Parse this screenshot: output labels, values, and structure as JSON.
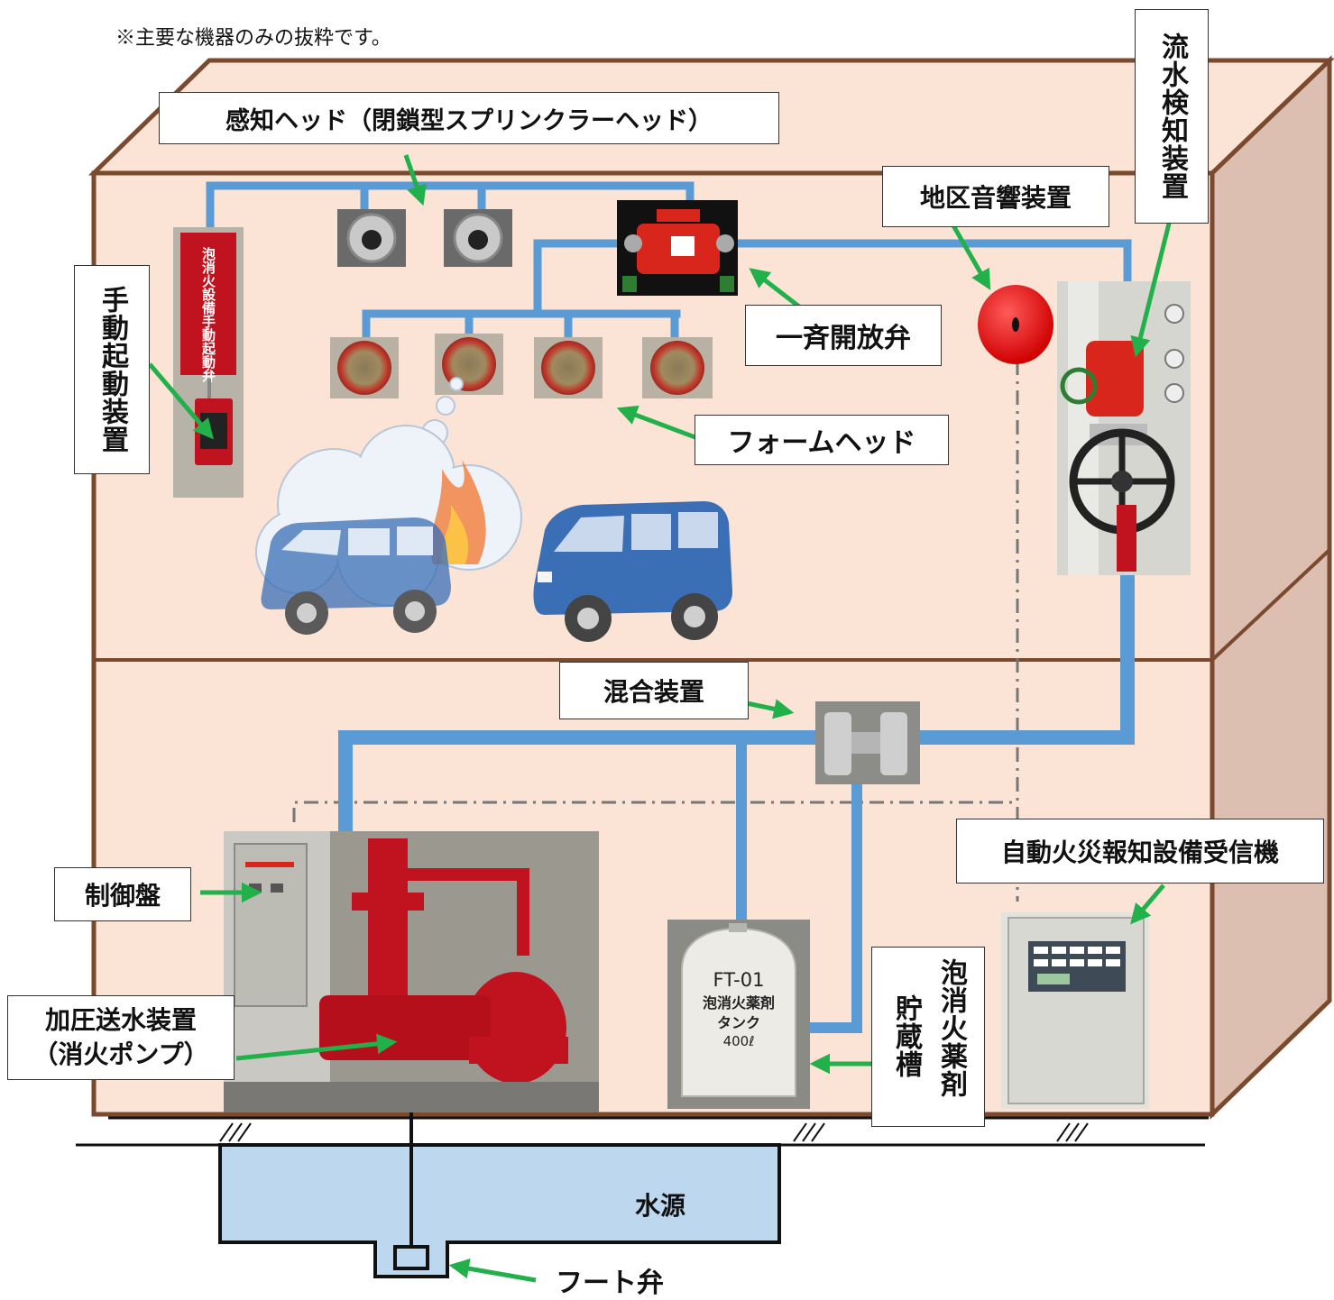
{
  "note": "※主要な機器のみの抜粋です。",
  "labels": {
    "sensor_head": "感知ヘッド（閉鎖型スプリンクラーヘッド）",
    "flow_detector": "流水検知装置",
    "area_bell": "地区音響装置",
    "manual_start": "手動起動装置",
    "deluge_valve": "一斉開放弁",
    "foam_head": "フォームヘッド",
    "mixer": "混合装置",
    "alarm_receiver": "自動火災報知設備受信機",
    "control_panel": "制御盤",
    "pump_line1": "加圧送水装置",
    "pump_line2": "（消火ポンプ）",
    "foam_tank_col1": "泡消火薬剤",
    "foam_tank_col2": "貯蔵槽",
    "water_source": "水源",
    "foot_valve": "フート弁"
  },
  "photo_text": {
    "manual_valve_sign": "泡消火設備手動起動弁",
    "tank_line1": "FT-01",
    "tank_line2": "泡消火薬剤",
    "tank_line3": "タンク",
    "tank_line4": "400ℓ"
  },
  "colors": {
    "building_fill": "#fbe4d5",
    "building_side": "#dcbfb0",
    "building_edge": "#7b4a2e",
    "pipe": "#5b9bd5",
    "arrow": "#22b04b",
    "water": "#bdd7ee",
    "equipment_red": "#d9261c",
    "car_blue": "#3a6fb6"
  }
}
